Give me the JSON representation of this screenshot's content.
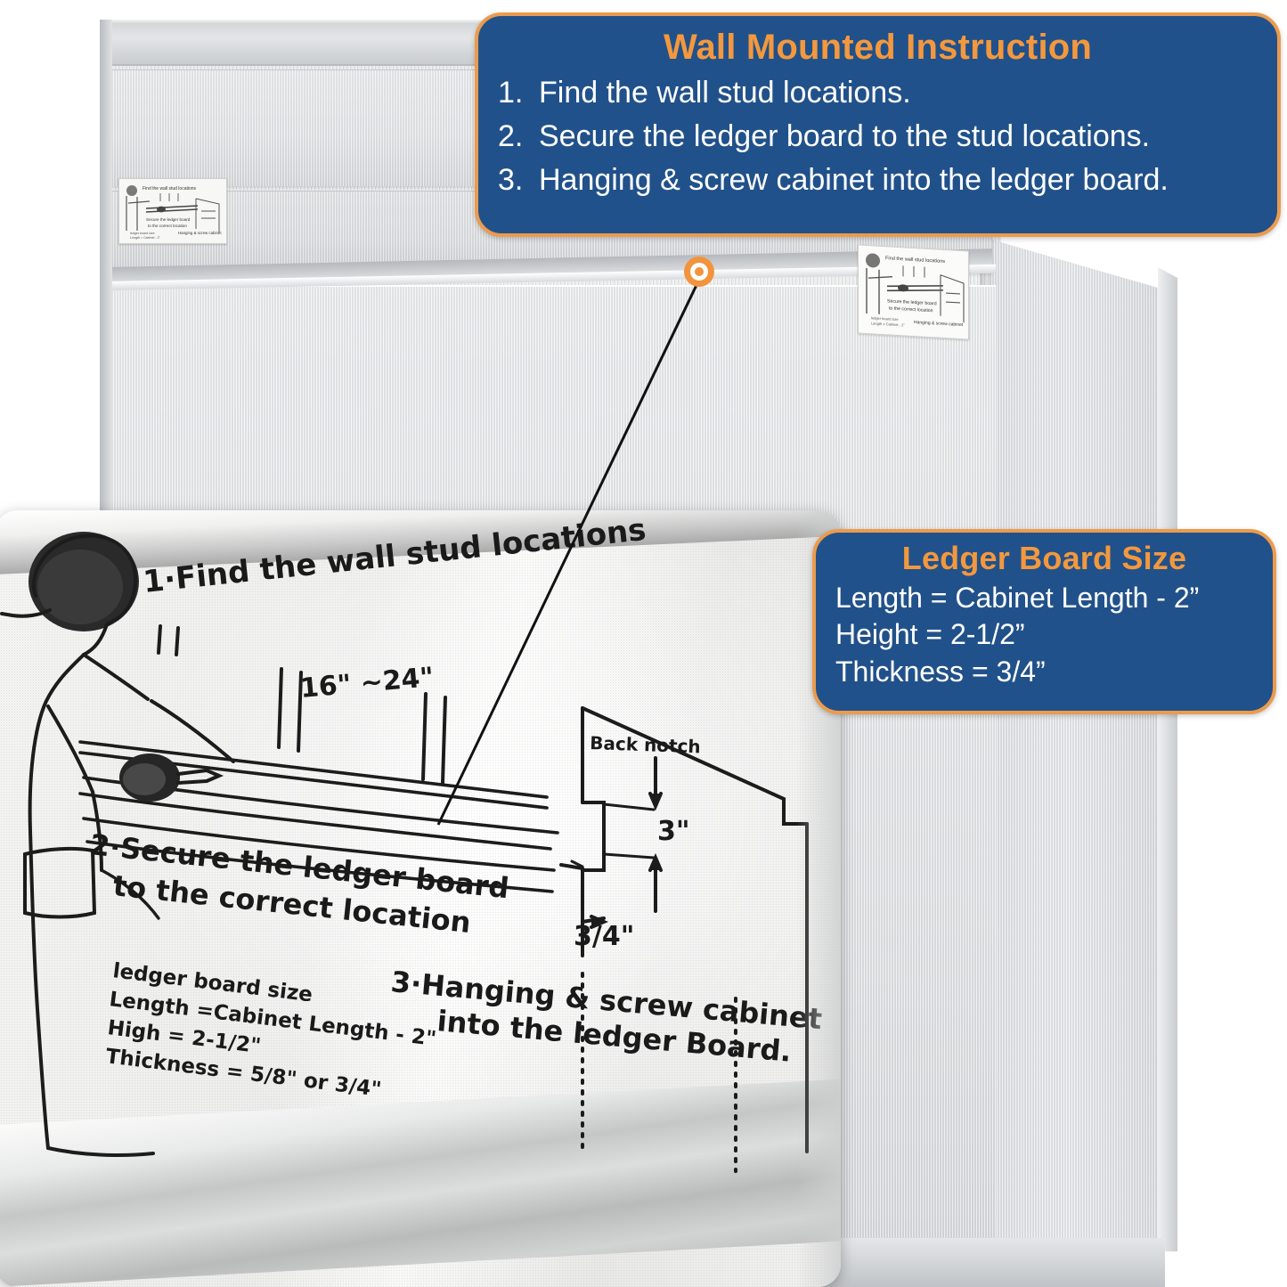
{
  "scene": {
    "product": "wall-mounted-cabinet",
    "marker_label": "instruction-label-location"
  },
  "callouts": {
    "instruction": {
      "title": "Wall Mounted Instruction",
      "steps": [
        {
          "num": "1.",
          "text": "Find the wall stud locations."
        },
        {
          "num": "2.",
          "text": "Secure the ledger board to the stud locations."
        },
        {
          "num": "3.",
          "text": "Hanging & screw cabinet into the ledger board."
        }
      ]
    },
    "ledger": {
      "title": "Ledger Board Size",
      "lines": [
        "Length = Cabinet Length - 2”",
        "Height = 2-1/2”",
        "Thickness = 3/4”"
      ]
    }
  },
  "magnified_sheet": {
    "step1": "1·Find the wall stud locations",
    "stud_spacing": "16\" ~24\"",
    "step2_line1": "2·Secure the ledger board",
    "step2_line2": "to the correct location",
    "step3_line1": "3·Hanging & screw cabinet",
    "step3_line2": "into the ledger Board.",
    "spec_title": "ledger board size",
    "spec_line1": "Length =Cabinet Length - 2\"",
    "spec_line2": "High = 2-1/2\"",
    "spec_line3": "Thickness = 5/8\"  or 3/4\"",
    "notch_label": "Back notch",
    "notch_dim_depth": "3\"",
    "notch_dim_thickness": "3/4\""
  },
  "colors": {
    "callout_fill": "#21518a",
    "callout_border": "#eb9b4d",
    "callout_title": "#f3983e",
    "callout_text": "#ffffff",
    "marker": "#f3933c",
    "cabinet": "#e3e5e7"
  }
}
